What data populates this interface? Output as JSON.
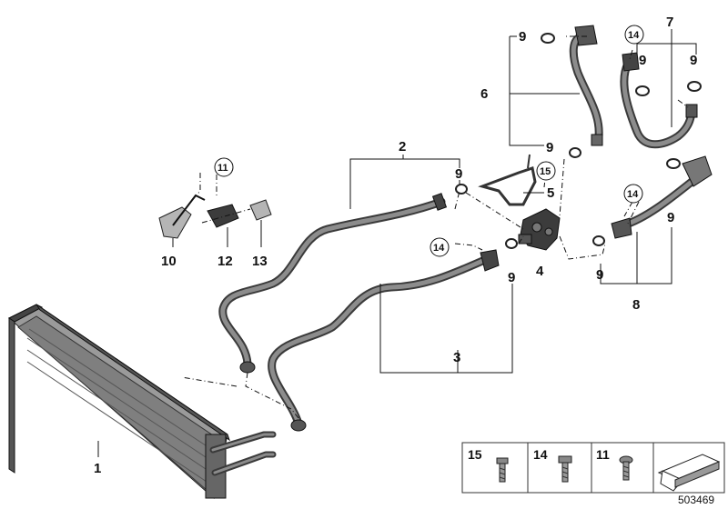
{
  "callouts": {
    "c1": "1",
    "c2": "2",
    "c3": "3",
    "c4": "4",
    "c5": "5",
    "c6": "6",
    "c7": "7",
    "c8": "8",
    "c9a": "9",
    "c9b": "9",
    "c9c": "9",
    "c9d": "9",
    "c9e": "9",
    "c9f": "9",
    "c9g": "9",
    "c9h": "9",
    "c10": "10",
    "c11": "11",
    "c12": "12",
    "c13": "13",
    "c14a": "14",
    "c14b": "14",
    "c14c": "14",
    "c15": "15"
  },
  "key_panel": {
    "item_15": "15",
    "item_14": "14",
    "item_11": "11"
  },
  "reference_number": "503469",
  "colors": {
    "line": "#111111",
    "hose": "#3a3a3a",
    "hose_highlight": "#8c8c8c"
  }
}
